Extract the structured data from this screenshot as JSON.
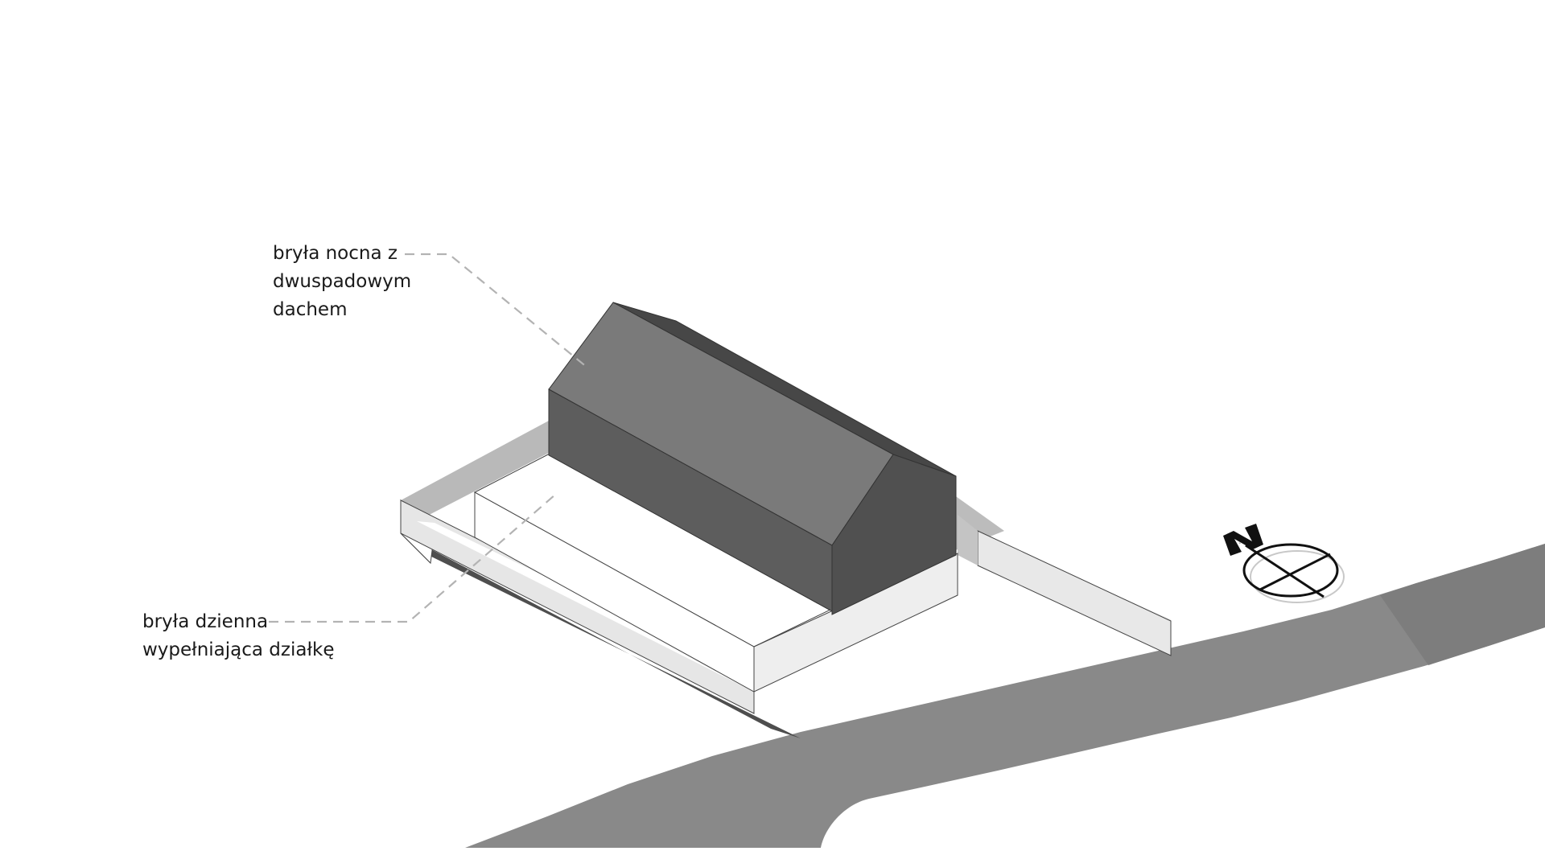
{
  "labels": {
    "night_volume": {
      "line1": "bryła nocna z",
      "line2": "dwuspadowym",
      "line3": "dachem"
    },
    "day_volume": {
      "line1": "bryła dzienna",
      "line2": "wypełniająca działkę"
    }
  },
  "north_arrow": {
    "letter": "N"
  },
  "colors": {
    "background": "#ffffff",
    "road": "#898989",
    "roof_light": "#7a7a7a",
    "roof_dark": "#474747",
    "wall_side": "#5d5d5d",
    "gable": "#505050",
    "wall_light": "#e6e6e6",
    "shadow": "#bcbcbc",
    "leader_line": "#b3b3b3"
  }
}
